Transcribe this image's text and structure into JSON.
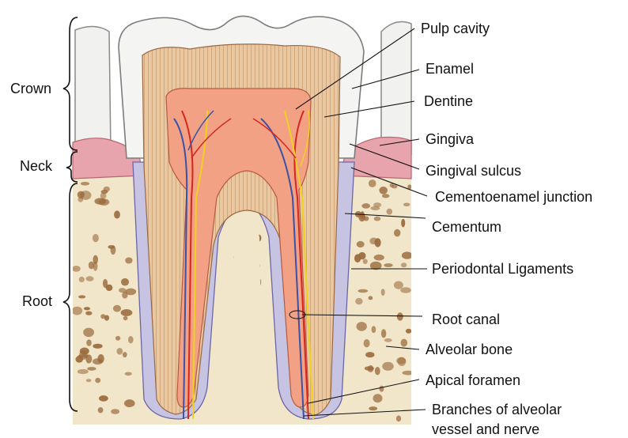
{
  "regions": [
    {
      "key": "crown",
      "label": "Crown"
    },
    {
      "key": "neck",
      "label": "Neck"
    },
    {
      "key": "root",
      "label": "Root"
    }
  ],
  "labels": {
    "pulp_cavity": "Pulp cavity",
    "enamel": "Enamel",
    "dentine": "Dentine",
    "gingiva": "Gingiva",
    "gingival_sulcus": "Gingival sulcus",
    "cej": "Cementoenamel junction",
    "cementum": "Cementum",
    "pdl": "Periodontal Ligaments",
    "root_canal": "Root canal",
    "alveolar_bone": "Alveolar bone",
    "apical_foramen": "Apical foramen",
    "branches_line1": "Branches of alveolar",
    "branches_line2": "vessel and nerve"
  },
  "colors": {
    "enamel": "#f4f4f2",
    "dentine": "#e9c7a0",
    "pulp": "#f2a184",
    "gingiva": "#e8a4ac",
    "bone": "#f1e6c9",
    "bone_cavity": "#9a6a3c",
    "pdl": "#b6b2d8",
    "artery": "#d5261f",
    "vein": "#3a52a8",
    "nerve": "#f0d020"
  }
}
